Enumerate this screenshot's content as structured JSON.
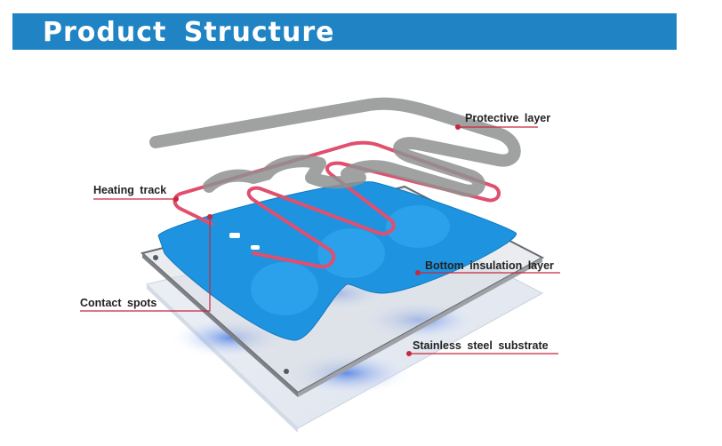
{
  "header": {
    "title": "Product Structure"
  },
  "labels": {
    "protective_layer": "Protective layer",
    "heating_track": "Heating track",
    "bottom_insulation_layer": "Bottom insulation layer",
    "contact_spots": "Contact spots",
    "stainless_steel_substrate": "Stainless steel substrate"
  },
  "colors": {
    "banner": "#1f83c4",
    "heating_track": "#e0506e",
    "insulation": "#1e93e0",
    "protective": "#8f9190",
    "leader_line": "#c8283c"
  }
}
